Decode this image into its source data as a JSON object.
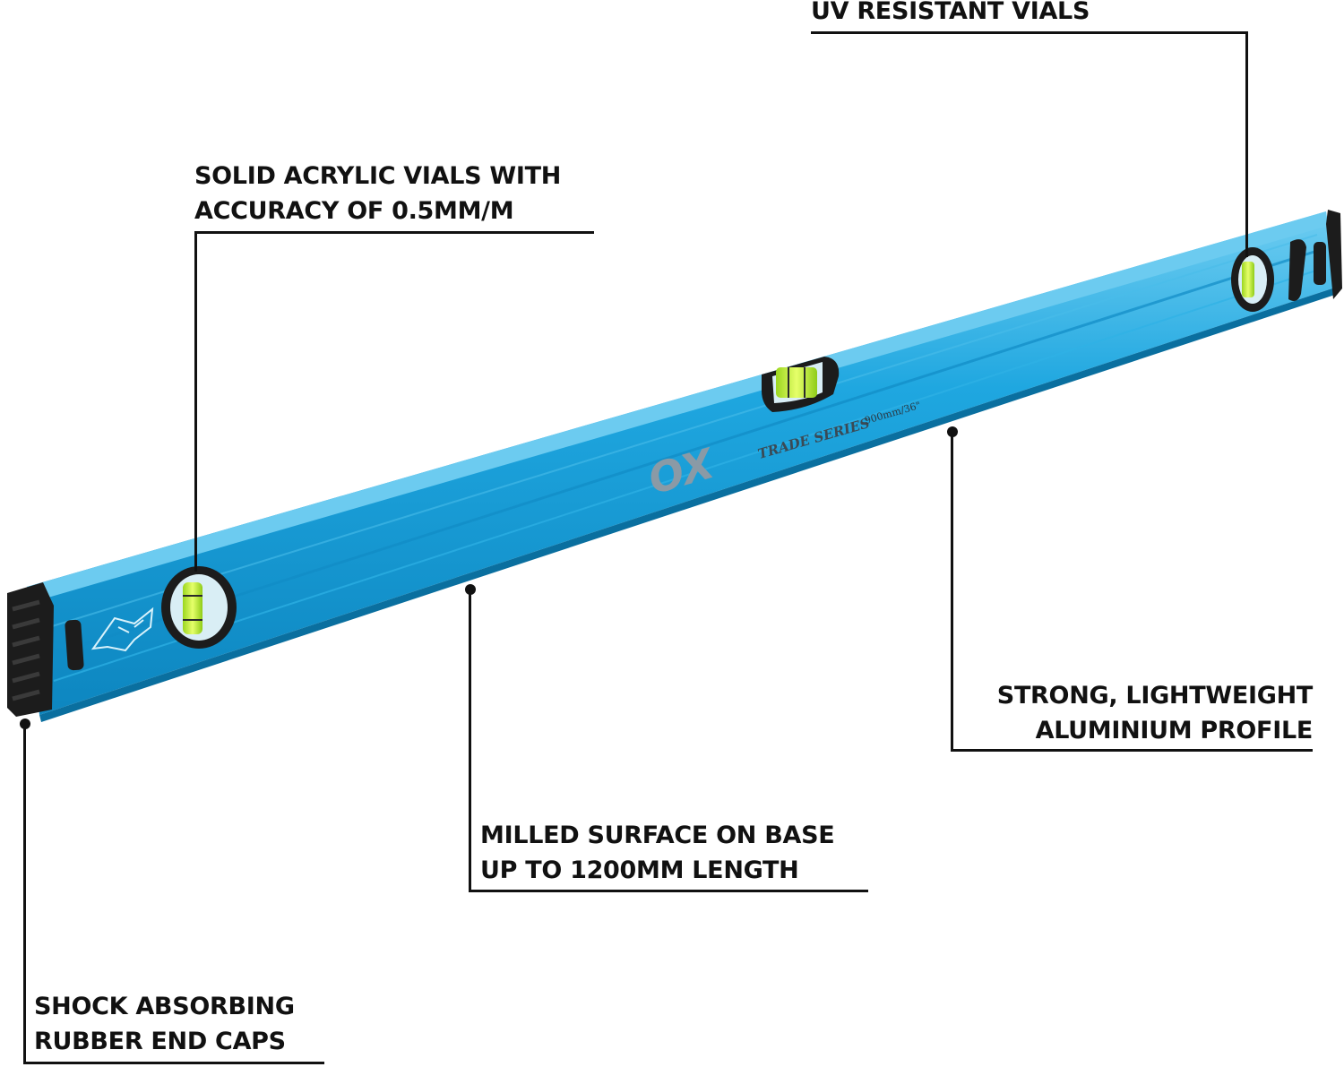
{
  "callouts": {
    "uv_vials": {
      "lines": [
        "UV RESISTANT VIALS"
      ]
    },
    "acrylic_vials": {
      "lines": [
        "SOLID ACRYLIC VIALS WITH",
        "ACCURACY OF 0.5MM/M"
      ]
    },
    "aluminium_profile": {
      "lines": [
        "STRONG, LIGHTWEIGHT",
        "ALUMINIUM PROFILE"
      ]
    },
    "milled_surface": {
      "lines": [
        "MILLED SURFACE ON BASE",
        "UP TO 1200MM LENGTH"
      ]
    },
    "end_caps": {
      "lines": [
        "SHOCK ABSORBING",
        "RUBBER END CAPS"
      ]
    }
  },
  "product": {
    "brand_logo": "OX",
    "series": "TRADE SERIES",
    "size_label": "900mm/36\""
  },
  "colors": {
    "body_blue": "#1aa3dd",
    "body_highlight": "#5cc4ee",
    "body_shadow": "#0b7fb8",
    "rubber": "#1c1c1c",
    "vial_liquid": "#c8f03a",
    "logo_grey": "#8a9aa6",
    "text": "#111111"
  }
}
